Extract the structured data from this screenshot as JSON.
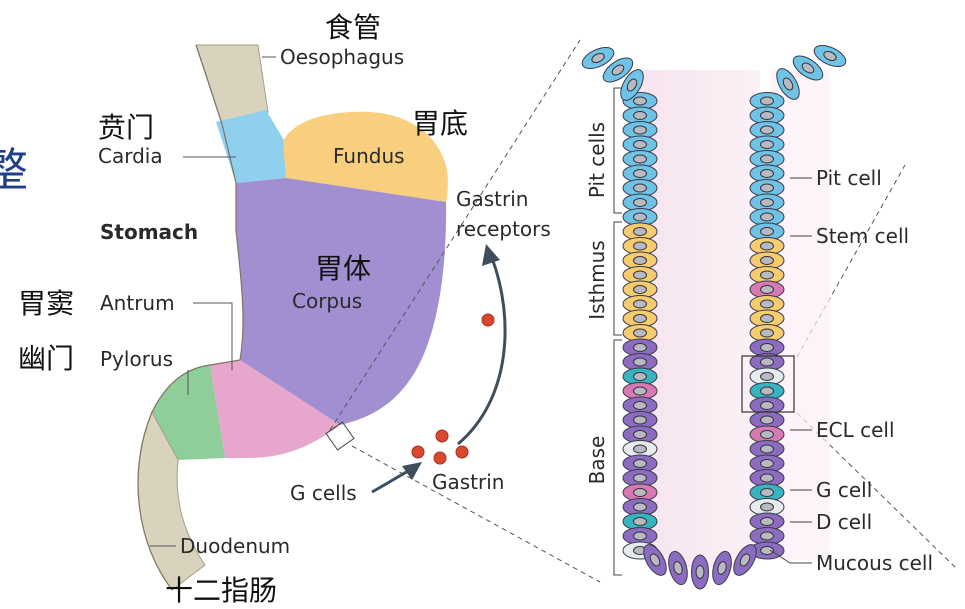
{
  "page": {
    "partial_char": "整",
    "partial_char_color": "#1f3f8a"
  },
  "stomach": {
    "title": "Stomach",
    "oesophagus": {
      "en": "Oesophagus",
      "zh": "食管"
    },
    "cardia": {
      "en": "Cardia",
      "zh": "贲门"
    },
    "fundus": {
      "en": "Fundus",
      "zh": "胃底"
    },
    "corpus": {
      "en": "Corpus",
      "zh": "胃体"
    },
    "antrum": {
      "en": "Antrum",
      "zh": "胃窦"
    },
    "pylorus": {
      "en": "Pylorus",
      "zh": "幽门"
    },
    "duodenum": {
      "en": "Duodenum",
      "zh": "十二指肠"
    }
  },
  "signalling": {
    "gastrin_receptors_line1": "Gastrin",
    "gastrin_receptors_line2": "receptors",
    "g_cells": "G cells",
    "gastrin": "Gastrin"
  },
  "gland": {
    "zones": [
      "Pit cells",
      "Isthmus",
      "Base"
    ],
    "cells": [
      "Pit cell",
      "Stem cell",
      "ECL cell",
      "G cell",
      "D cell",
      "Mucous cell"
    ]
  },
  "colors": {
    "oesophagus": "#d9d2bd",
    "cardia": "#8fd0ee",
    "fundus": "#f7cf7e",
    "corpus": "#a28fd2",
    "antrum": "#e7a6cc",
    "pylorus": "#8fcd9b",
    "pit_cell": "#6fc3e6",
    "stem_cell": "#f6cc6e",
    "base_cell": "#8c6cc1",
    "ecl_cell": "#d879b4",
    "g_cell": "#37b4c0",
    "d_cell": "#e6ecee",
    "gastrin": "#d9472f"
  }
}
